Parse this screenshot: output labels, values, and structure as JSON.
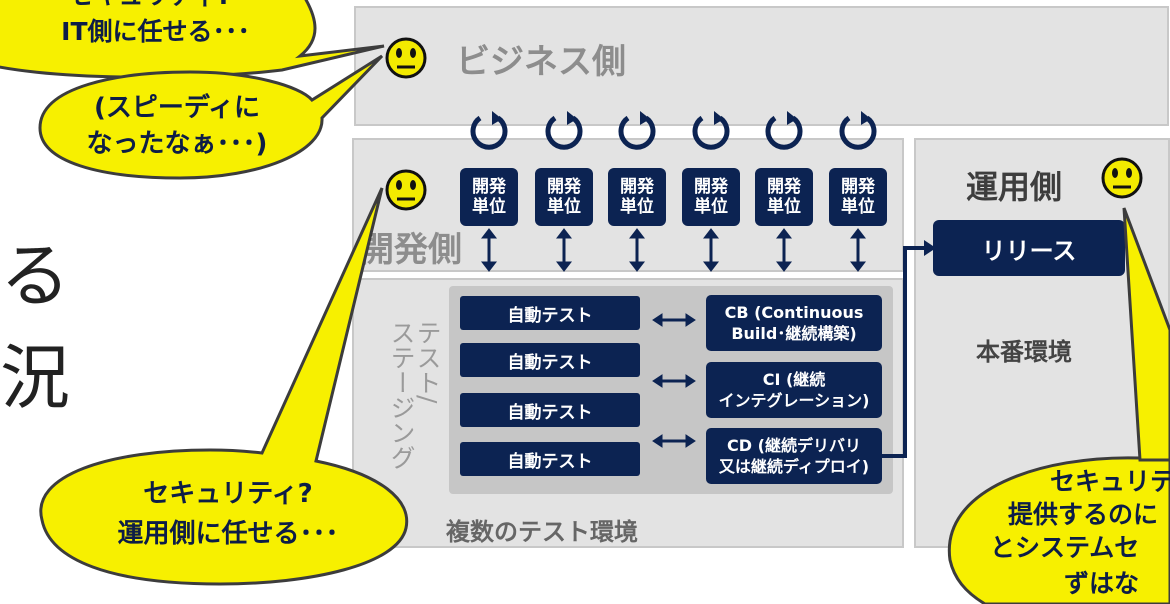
{
  "business": {
    "title": "ビジネス側"
  },
  "dev": {
    "title": "開発側",
    "unit_label": "開発\n単位",
    "units": [
      "開発\n単位",
      "開発\n単位",
      "開発\n単位",
      "開発\n単位",
      "開発\n単位",
      "開発\n単位"
    ]
  },
  "ops": {
    "title": "運用側",
    "release": "リリース",
    "prod_env": "本番環境"
  },
  "staging": {
    "vertical_label": "テスト/\nステージング",
    "auto_tests": [
      "自動テスト",
      "自動テスト",
      "自動テスト",
      "自動テスト"
    ],
    "cb": "CB (Continuous\nBuild･継続構築)",
    "ci": "CI (継続\nインテグレーション)",
    "cd": "CD (継続デリバリ\n又は継続ディプロイ)",
    "env_label": "複数のテスト環境"
  },
  "bubbles": {
    "top_partial_line1": "セキュリティ?",
    "top_partial_line2": "IT側に任せる･･･",
    "speedy_line1": "(スピーディに",
    "speedy_line2": "なったなぁ･･･)",
    "dev_security_line1": "セキュリティ?",
    "dev_security_line2": "運用側に任せる･･･",
    "ops_partial_line1": "セキュリテ",
    "ops_partial_line2": "提供するのに",
    "ops_partial_line3": "とシステムセ",
    "ops_partial_line4": "ずはな"
  },
  "left_text": {
    "line1": "る",
    "line2": "況"
  },
  "colors": {
    "navy": "#0c2352",
    "bubble_yellow": "#f7f000",
    "panel_gray": "#e3e3e3",
    "smiley_yellow": "#f3ea00"
  }
}
